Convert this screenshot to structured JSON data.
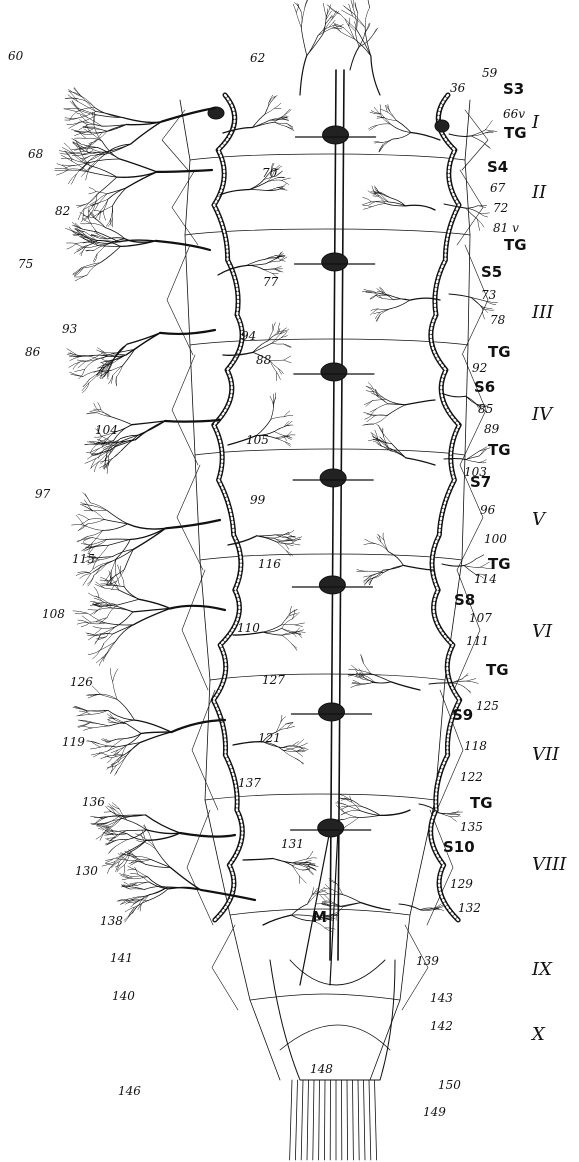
{
  "figure": {
    "segments": [
      "I",
      "II",
      "III",
      "IV",
      "V",
      "VI",
      "VII",
      "VIII",
      "IX",
      "X"
    ],
    "left_labels": [
      "60",
      "68",
      "82",
      "75",
      "93",
      "86",
      "104",
      "97",
      "115",
      "108",
      "126",
      "119",
      "136",
      "130",
      "138",
      "141",
      "140",
      "146"
    ],
    "center_labels": [
      "62",
      "70",
      "77",
      "94",
      "88",
      "105",
      "99",
      "116",
      "110",
      "127",
      "121",
      "137",
      "131",
      "M",
      "148"
    ],
    "right_labels": [
      "36",
      "59",
      "S3",
      "66v",
      "TG",
      "S4",
      "67",
      "72",
      "81 v",
      "TG",
      "S5",
      "73",
      "78",
      "TG",
      "92",
      "S6",
      "85",
      "89",
      "TG",
      "103",
      "S7",
      "96",
      "100",
      "TG",
      "114",
      "S8",
      "107",
      "111",
      "TG",
      "125",
      "S9",
      "118",
      "122",
      "TG",
      "135",
      "S10",
      "129",
      "132",
      "139",
      "143",
      "142",
      "150",
      "149"
    ]
  },
  "colors": {
    "ink": "#111111",
    "paper": "#ffffff"
  }
}
